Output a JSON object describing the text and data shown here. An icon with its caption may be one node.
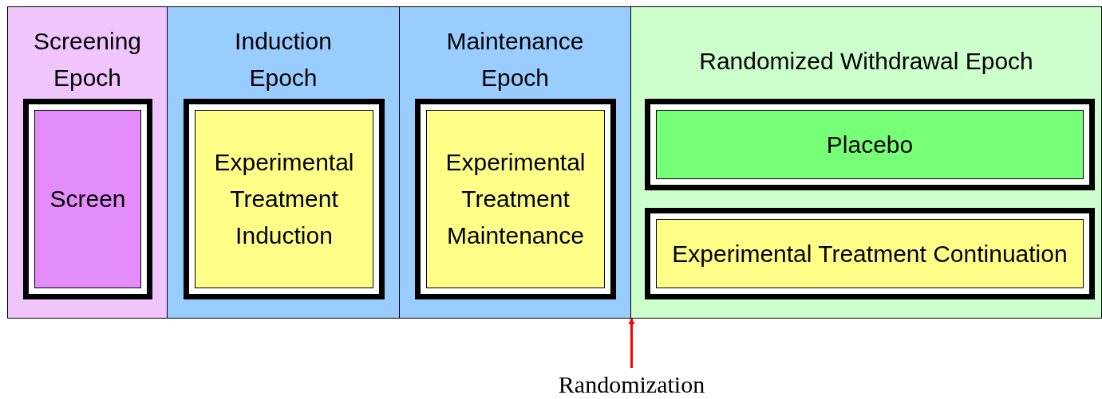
{
  "diagram": {
    "nodes": [
      {
        "text": [
          "Screening Epoch"
        ]
      },
      {
        "text": [
          "Screen"
        ],
        "in": 0
      },
      {
        "text": [
          "Induction Epoch"
        ]
      },
      {
        "text": [
          "Experimental Treatment Induction"
        ],
        "in": 2
      },
      {
        "text": [
          "Maintenance Epoch"
        ]
      },
      {
        "text": [
          "Experimental Treatment Maintenance"
        ],
        "in": 4
      },
      {
        "text": [
          "Randomized Withdrawal Epoch"
        ]
      },
      {
        "text": [
          "Placebo"
        ],
        "in": 6
      },
      {
        "text": [
          "Experimental Treatment Continuation"
        ],
        "in": 6
      },
      {
        "text": [
          "Randomization"
        ]
      }
    ],
    "edges": [
      {
        "from": 9,
        "to": 6,
        "arrow": "to",
        "color": "#ff0000"
      }
    ]
  }
}
